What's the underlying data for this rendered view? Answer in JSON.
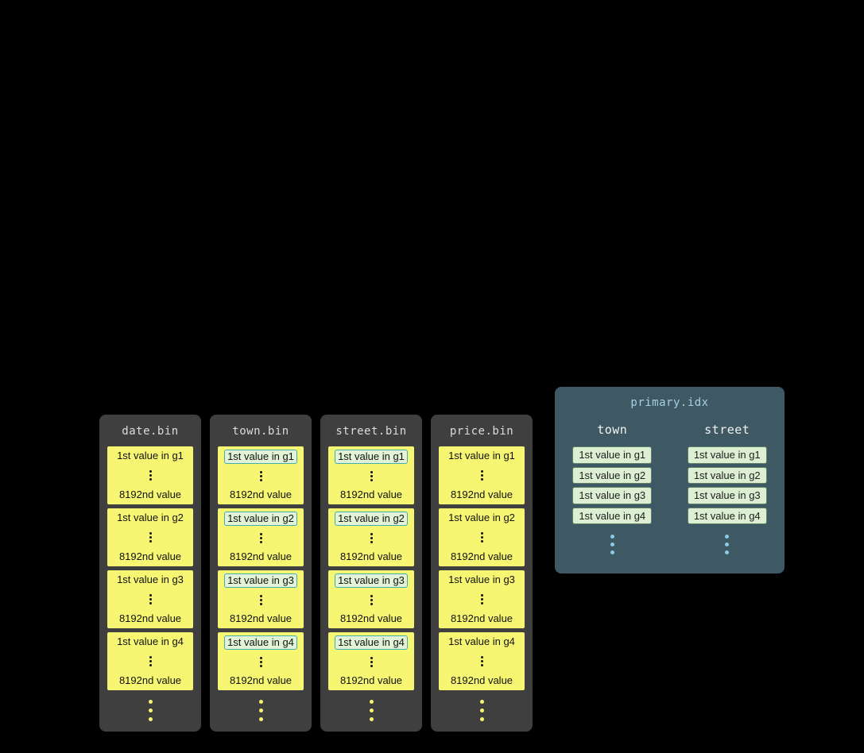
{
  "colors": {
    "background": "#000000",
    "bin_panel": "#3f3f3f",
    "granule_yellow": "#f7f673",
    "highlight_bg": "#e2f3d6",
    "highlight_border": "#3fadb2",
    "index_panel": "#3e5964",
    "index_title_text": "#a5d0e5",
    "index_entry_bg": "#dcefd2",
    "index_dots": "#8ec9e2"
  },
  "bins": [
    {
      "title": "date.bin",
      "highlighted": false,
      "groups": [
        {
          "first": "1st value in g1",
          "last": "8192nd value"
        },
        {
          "first": "1st value in g2",
          "last": "8192nd value"
        },
        {
          "first": "1st value in g3",
          "last": "8192nd value"
        },
        {
          "first": "1st value in g4",
          "last": "8192nd value"
        }
      ]
    },
    {
      "title": "town.bin",
      "highlighted": true,
      "groups": [
        {
          "first": "1st value in g1",
          "last": "8192nd value"
        },
        {
          "first": "1st value in g2",
          "last": "8192nd value"
        },
        {
          "first": "1st value in g3",
          "last": "8192nd value"
        },
        {
          "first": "1st value in g4",
          "last": "8192nd value"
        }
      ]
    },
    {
      "title": "street.bin",
      "highlighted": true,
      "groups": [
        {
          "first": "1st value in g1",
          "last": "8192nd value"
        },
        {
          "first": "1st value in g2",
          "last": "8192nd value"
        },
        {
          "first": "1st value in g3",
          "last": "8192nd value"
        },
        {
          "first": "1st value in g4",
          "last": "8192nd value"
        }
      ]
    },
    {
      "title": "price.bin",
      "highlighted": false,
      "groups": [
        {
          "first": "1st value in g1",
          "last": "8192nd value"
        },
        {
          "first": "1st value in g2",
          "last": "8192nd value"
        },
        {
          "first": "1st value in g3",
          "last": "8192nd value"
        },
        {
          "first": "1st value in g4",
          "last": "8192nd value"
        }
      ]
    }
  ],
  "index": {
    "title": "primary.idx",
    "columns": [
      {
        "header": "town",
        "entries": [
          "1st value in g1",
          "1st value in g2",
          "1st value in g3",
          "1st value in g4"
        ]
      },
      {
        "header": "street",
        "entries": [
          "1st value in g1",
          "1st value in g2",
          "1st value in g3",
          "1st value in g4"
        ]
      }
    ]
  }
}
